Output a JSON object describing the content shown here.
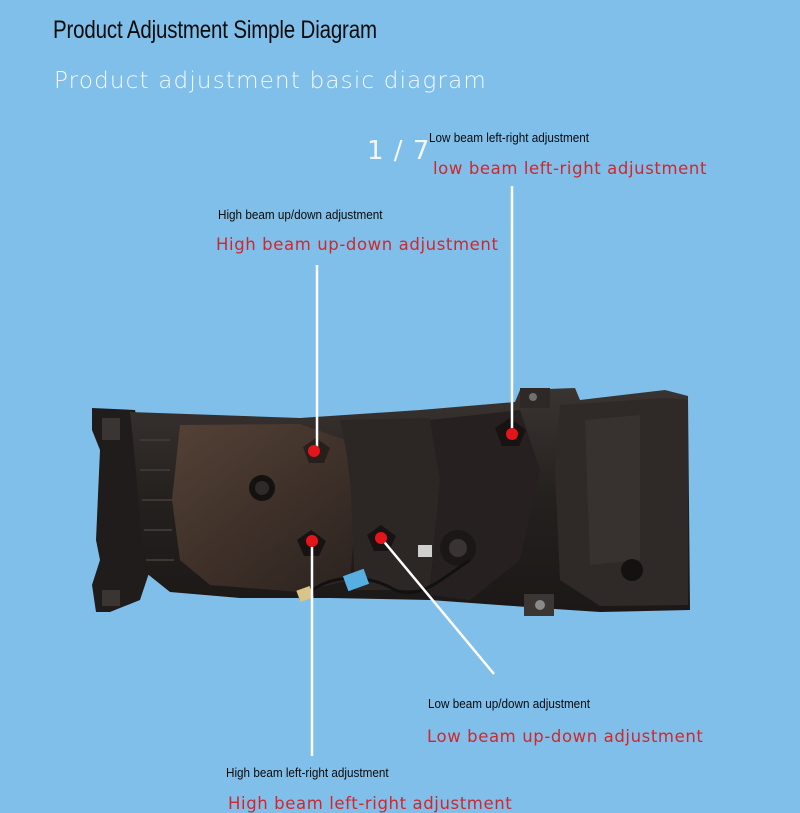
{
  "header": {
    "title": "Product Adjustment Simple Diagram",
    "subtitle": "Product adjustment basic diagram",
    "page_indicator": "1 / 7"
  },
  "callouts": {
    "low_beam_left_right": {
      "label": "Low beam left-right adjustment",
      "label_alt": "low beam left-right  adjustment"
    },
    "high_beam_up_down": {
      "label": "High beam up/down adjustment",
      "label_alt": "High beam up-down adjustment"
    },
    "low_beam_up_down": {
      "label": "Low beam up/down adjustment",
      "label_alt": "Low beam up-down adjustment"
    },
    "high_beam_left_right": {
      "label": "High beam left-right adjustment",
      "label_alt": "High beam left-right adjustment"
    }
  },
  "colors": {
    "background": "#80bfe9",
    "accent_red": "#d3262b",
    "marker_red": "#e4141b",
    "leader_line": "#ffffff",
    "housing": "#2a2522"
  }
}
